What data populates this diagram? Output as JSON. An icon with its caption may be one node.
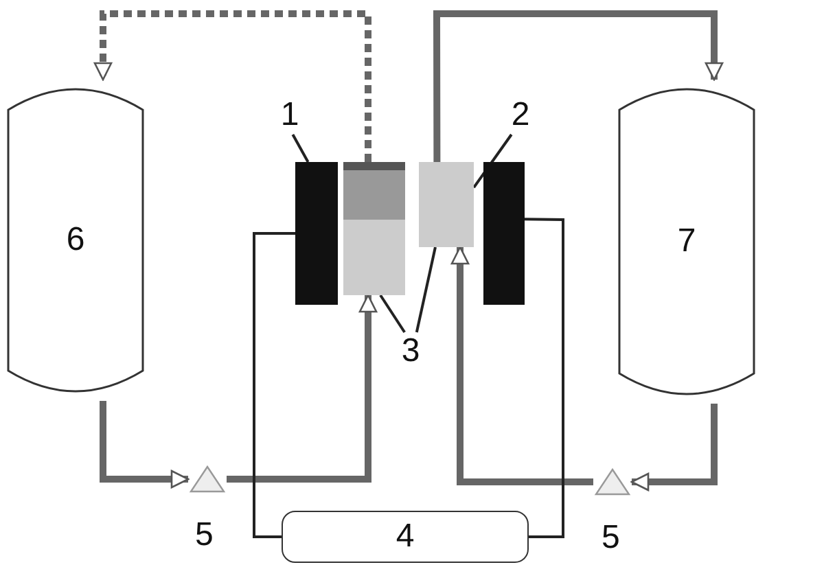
{
  "diagram": {
    "nodes": [
      {
        "text": [
          "6"
        ]
      },
      {
        "text": [
          "7"
        ]
      },
      {
        "text": [
          "4"
        ]
      },
      {
        "text": [],
        "shape": "box"
      },
      {
        "text": [],
        "shape": "box"
      },
      {
        "text": [],
        "shape": "box"
      },
      {
        "text": [],
        "shape": "box"
      },
      {
        "text": [],
        "shape": "triangle"
      },
      {
        "text": [],
        "shape": "triangle"
      },
      {
        "text": [
          "1"
        ]
      },
      {
        "text": [
          "2"
        ]
      },
      {
        "text": [
          "3"
        ]
      }
    ],
    "edges": [
      {
        "from": 0,
        "to": 7,
        "arrow": "to",
        "style": "thick"
      },
      {
        "from": 7,
        "to": 4,
        "arrow": "to",
        "style": "thick"
      },
      {
        "from": 4,
        "to": 0,
        "arrow": "to",
        "style": "dashed"
      },
      {
        "from": 1,
        "to": 8,
        "arrow": "to",
        "style": "thick"
      },
      {
        "from": 8,
        "to": 5,
        "arrow": "to",
        "style": "thick"
      },
      {
        "from": 5,
        "to": 1,
        "arrow": "to",
        "style": "thick"
      },
      {
        "from": 3,
        "to": 2,
        "arrow": "none"
      },
      {
        "from": 6,
        "to": 2,
        "arrow": "none"
      },
      {
        "from": 9,
        "to": 3,
        "arrow": "none"
      },
      {
        "from": 10,
        "to": 5,
        "arrow": "none"
      },
      {
        "from": 11,
        "to": 4,
        "arrow": "none"
      },
      {
        "from": 11,
        "to": 5,
        "arrow": "none"
      }
    ],
    "labels": [
      "5",
      "5"
    ]
  }
}
